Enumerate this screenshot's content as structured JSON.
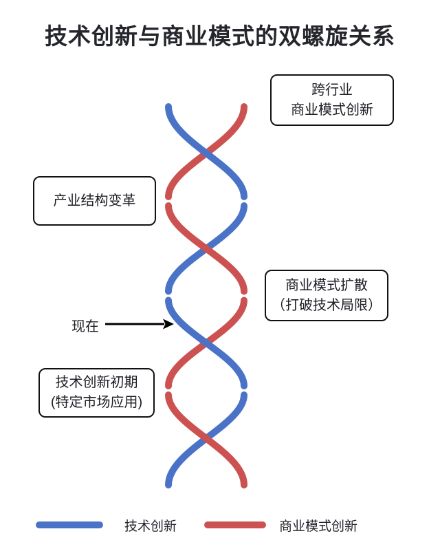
{
  "title": "技术创新与商业模式的双螺旋关系",
  "colors": {
    "tech": "#4A73C8",
    "business": "#CC5251",
    "arrow": "#000000",
    "box_border": "#111111",
    "text": "#24262c"
  },
  "annotations": {
    "cross_industry": {
      "line1": "跨行业",
      "line2": "商业模式创新"
    },
    "industry_structure": {
      "line1": "产业结构变革"
    },
    "bm_diffusion": {
      "line1": "商业模式扩散",
      "line2": "（打破技术局限）"
    },
    "tech_initial": {
      "line1": "技术创新初期",
      "line2": "(特定市场应用)"
    }
  },
  "now_label": "现在",
  "legend": {
    "tech": {
      "label": "技术创新",
      "color": "#4A73C8"
    },
    "business": {
      "label": "商业模式创新",
      "color": "#CC5251"
    }
  }
}
